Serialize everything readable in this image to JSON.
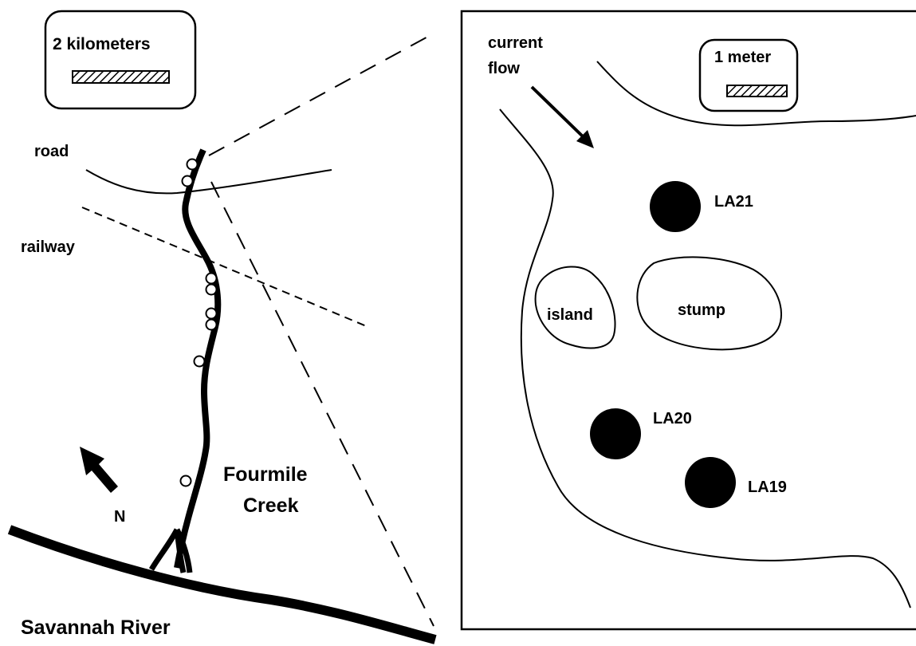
{
  "colors": {
    "ink": "#000000",
    "paper": "#ffffff"
  },
  "left_map": {
    "scale_label": "2 kilometers",
    "road_label": "road",
    "railway_label": "railway",
    "north_label": "N",
    "creek_label_line1": "Fourmile",
    "creek_label_line2": "Creek",
    "river_label": "Savannah River"
  },
  "right_map": {
    "current_label_line1": "current",
    "current_label_line2": "flow",
    "scale_label": "1 meter",
    "island_label": "island",
    "stump_label": "stump",
    "sites": [
      {
        "label": "LA21"
      },
      {
        "label": "LA20"
      },
      {
        "label": "LA19"
      }
    ]
  }
}
